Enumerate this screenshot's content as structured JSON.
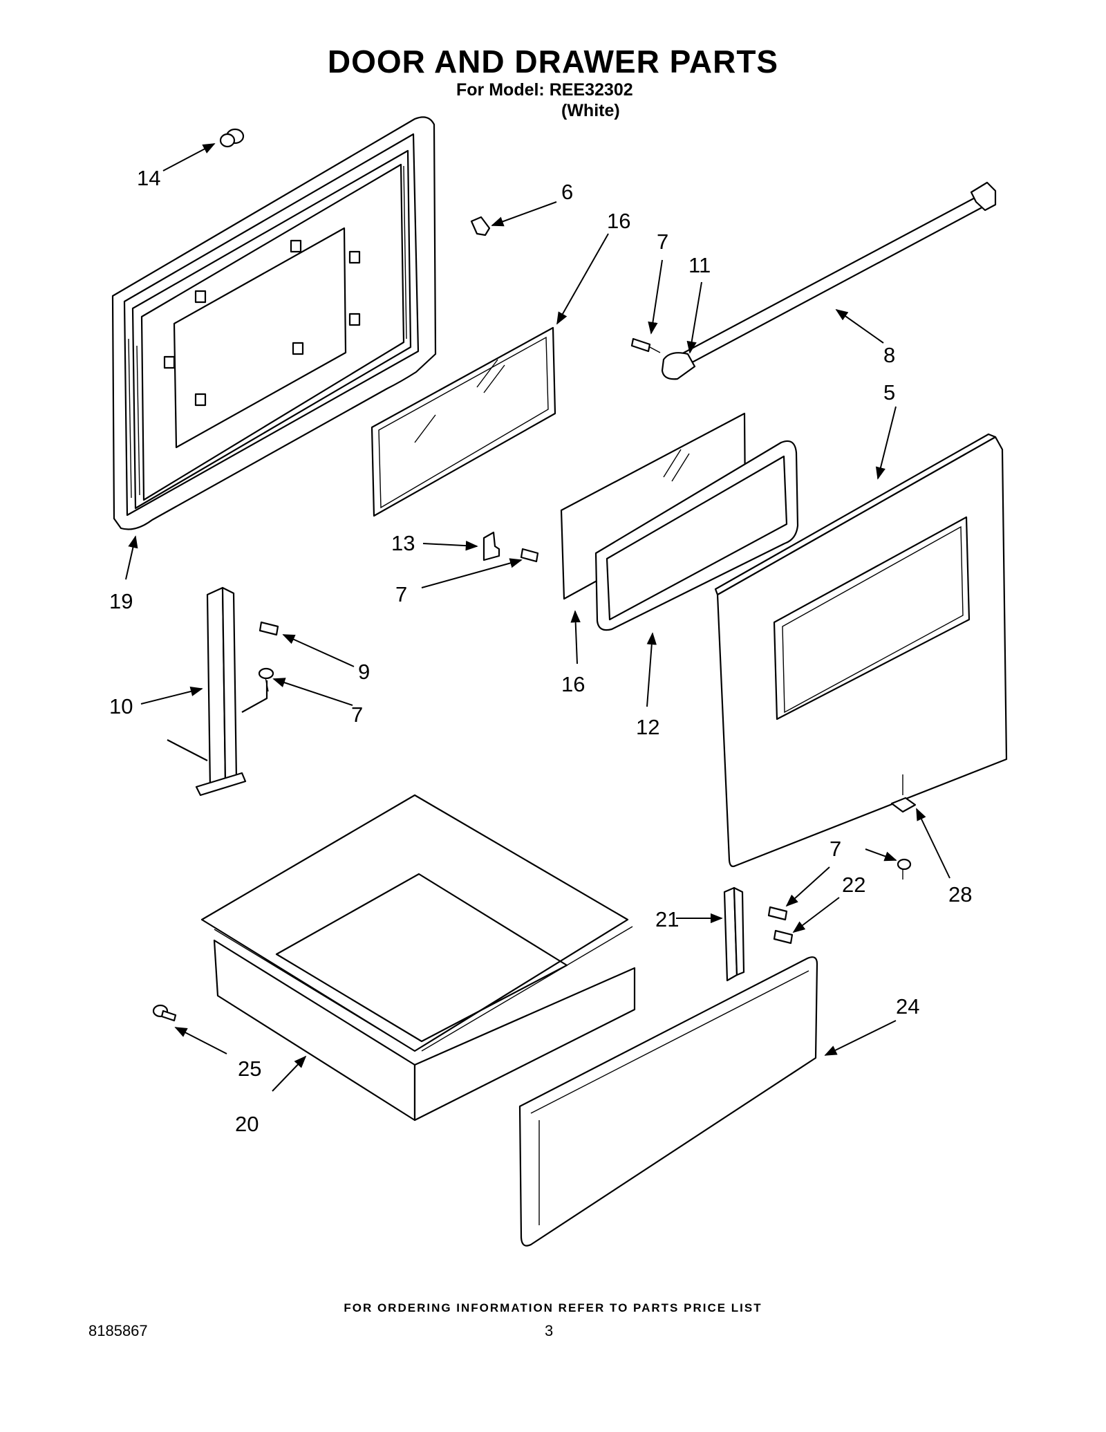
{
  "header": {
    "title": "DOOR AND DRAWER PARTS",
    "model_line": "For Model: REE32302",
    "color_line": "(White)"
  },
  "callouts": {
    "c14": "14",
    "c6": "6",
    "c16a": "16",
    "c7a": "7",
    "c11": "11",
    "c8": "8",
    "c5": "5",
    "c19": "19",
    "c13": "13",
    "c7b": "7",
    "c9": "9",
    "c10": "10",
    "c7c": "7",
    "c16b": "16",
    "c12": "12",
    "c7d": "7",
    "c22": "22",
    "c28": "28",
    "c21": "21",
    "c24": "24",
    "c25": "25",
    "c20": "20"
  },
  "footer": {
    "ordering_note": "FOR ORDERING INFORMATION REFER TO PARTS PRICE LIST",
    "doc_number": "8185867",
    "page_number": "3"
  }
}
